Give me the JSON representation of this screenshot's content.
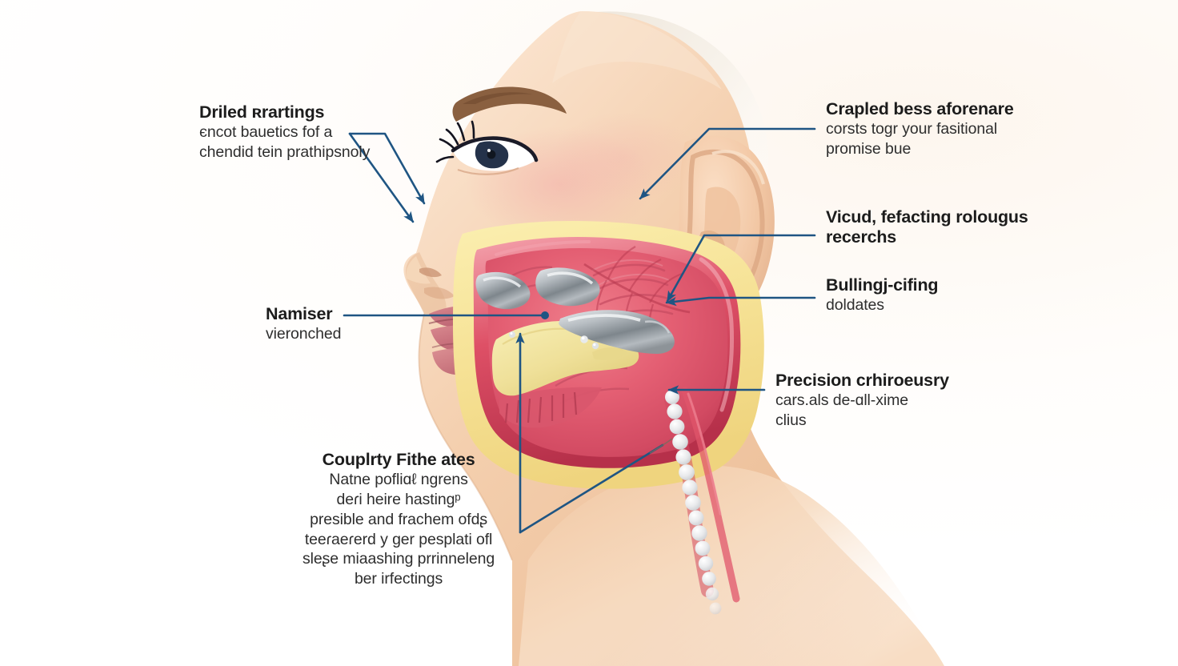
{
  "illustration": {
    "title": "Human head profile anatomical cutaway",
    "subject": "oral and buccal cavity cross-section",
    "view": "left lateral profile",
    "colors": {
      "leader_line": "#1f5583",
      "background": "#ffffff",
      "skin": "#f0c9a8",
      "skin_light": "#f7ddc6",
      "fat_layer": "#f6e49a",
      "mucosa_red": "#e0566b",
      "mucosa_deep": "#c23a52",
      "gland_gray": "#9aa0a4",
      "lymph_pearl": "#ecedef",
      "hair": "#f2ece3",
      "eyebrow": "#8a6040",
      "text_heading": "#1c1c1c",
      "text_body": "#2e2e2e"
    }
  },
  "labels": [
    {
      "id": "label-upper-left",
      "heading": "Driled ʀrartings",
      "lines": [
        "єncot bauetics fof a",
        "chendid tein prathipsnoly"
      ],
      "align": "right",
      "target": "nasal region"
    },
    {
      "id": "label-upper-right",
      "heading": "Crapled bess aforenare",
      "lines": [
        "corsts togr your fasitional",
        "promise bue"
      ],
      "align": "left",
      "target": "preauricular region"
    },
    {
      "id": "label-mid-right-upper",
      "heading": "Vicud, fefacting rolougus",
      "lines": [
        "recerchs"
      ],
      "align": "left",
      "target": "posterior buccal wall"
    },
    {
      "id": "label-mid-right-lower",
      "heading": "Bullingj-cifing",
      "lines": [
        "doldates"
      ],
      "align": "left",
      "target": "buccal mucosa margin"
    },
    {
      "id": "label-left-center",
      "heading": "Namiser",
      "lines": [
        "vieronched"
      ],
      "align": "right",
      "target": "oral vestibule"
    },
    {
      "id": "label-lower-right",
      "heading": "Precision crhiroeusry",
      "lines": [
        "cars.als de-ɑll-xime",
        "clius"
      ],
      "align": "left",
      "target": "cervical lymphatic chain"
    },
    {
      "id": "label-bottom-center",
      "heading": "Couplrty Fithe ates",
      "lines": [
        "Natne pofliɑℓ ngrens",
        "deɾi heire hastingᵖ",
        "presible and frachem ofdʂ",
        "teeɾaeɾerd y ger pesplati ofl",
        "sleʂe miaashing prrinneleng",
        "ber irfectings"
      ],
      "align": "center",
      "target": "floor of mouth and submandibular region"
    }
  ],
  "leader_lines": [
    {
      "id": "leader-nose-upper",
      "from": "label-upper-left",
      "to": "nose bridge",
      "arrow": true
    },
    {
      "id": "leader-nose-lower",
      "from": "label-upper-left",
      "to": "nasal ala",
      "arrow": true
    },
    {
      "id": "leader-preauricular",
      "from": "label-upper-right",
      "to": "cheek anterior to ear",
      "arrow": true
    },
    {
      "id": "leader-buccal-posterior",
      "from": "label-mid-right-upper",
      "to": "posterior cavity wall",
      "arrow": true
    },
    {
      "id": "leader-buccal-margin",
      "from": "label-mid-right-lower",
      "to": "buccal margin",
      "arrow": true
    },
    {
      "id": "leader-vestibule",
      "from": "label-left-center",
      "to": "oral vestibule",
      "arrow": false
    },
    {
      "id": "leader-lymph",
      "from": "label-lower-right",
      "to": "lymph node chain",
      "arrow": true
    },
    {
      "id": "leader-floor-vertical",
      "from": "label-bottom-center",
      "to": "floor of mouth",
      "arrow": true
    },
    {
      "id": "leader-floor-diagonal",
      "from": "label-bottom-center",
      "to": "submandibular neck",
      "arrow": false
    }
  ]
}
